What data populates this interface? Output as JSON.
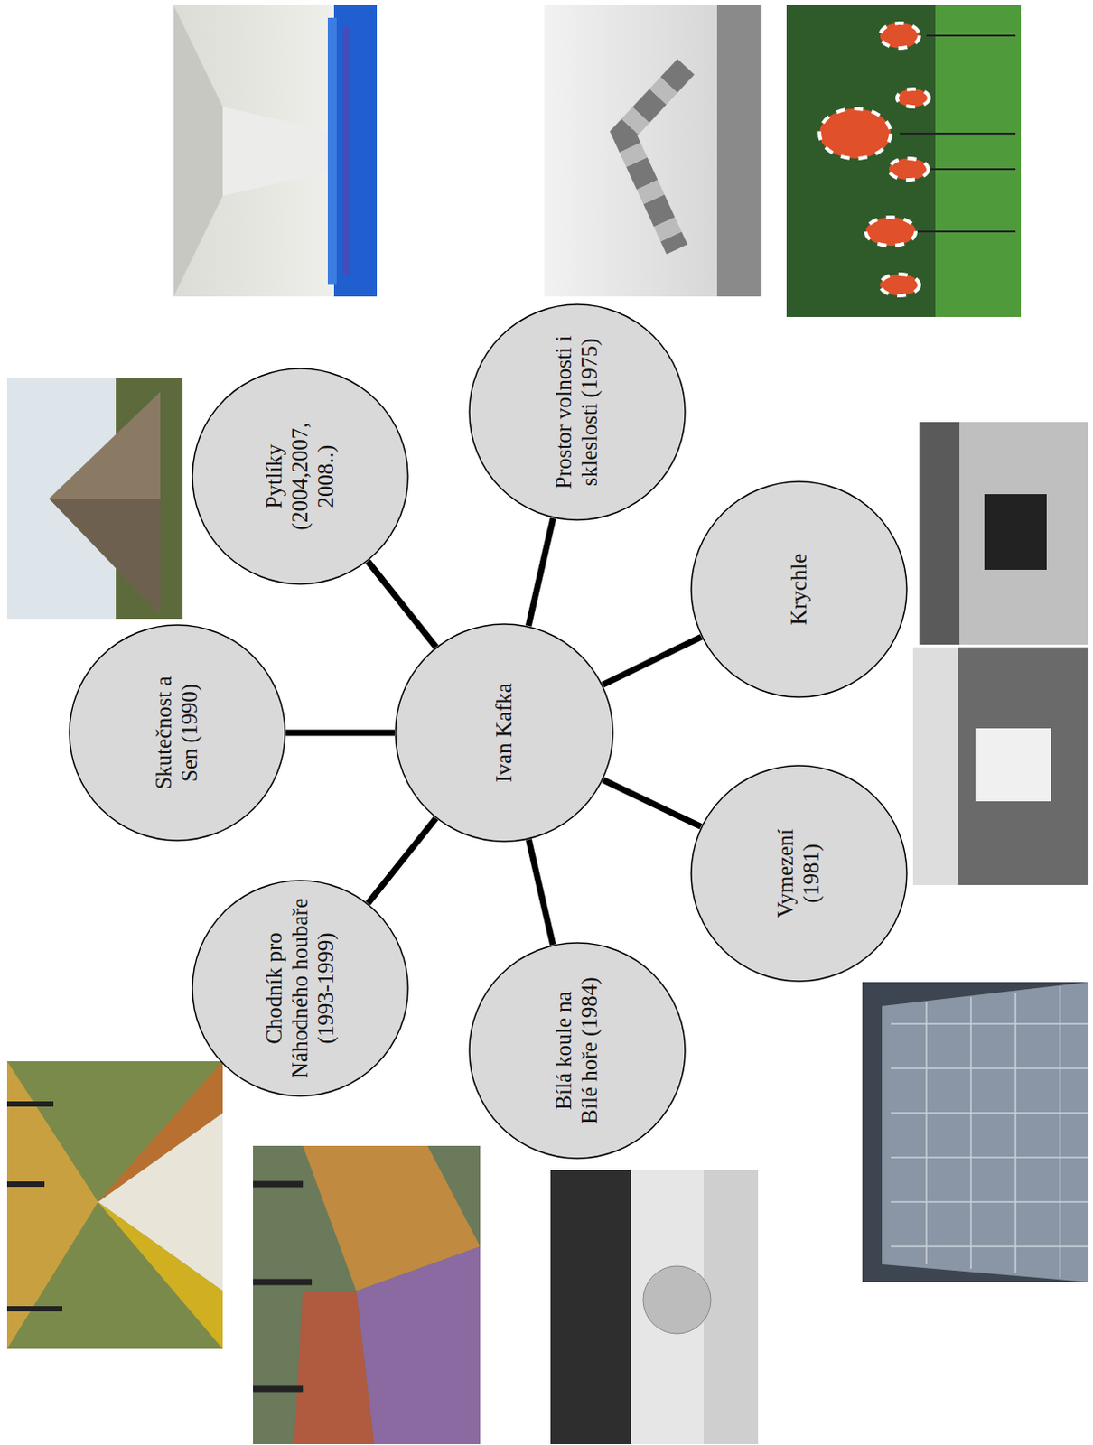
{
  "diagram": {
    "nodes": [
      {
        "text": [
          "Ivan Kafka"
        ]
      },
      {
        "text": [
          "Skutečnost a Sen (1990)"
        ]
      },
      {
        "text": [
          "Pytlíky (2004,2007, 2008..)"
        ]
      },
      {
        "text": [
          "Prostor volnosti i skleslosti (1975)"
        ]
      },
      {
        "text": [
          "Krychle"
        ]
      },
      {
        "text": [
          "Vymezení (1981)"
        ]
      },
      {
        "text": [
          "Bílá koule na Bílé hoře (1984)"
        ]
      },
      {
        "text": [
          "Chodník pro Náhodného houbaře (1993-1999)"
        ]
      }
    ],
    "edges": [
      {
        "from": 0,
        "to": 1,
        "arrow": "none"
      },
      {
        "from": 0,
        "to": 2,
        "arrow": "none"
      },
      {
        "from": 0,
        "to": 3,
        "arrow": "none"
      },
      {
        "from": 0,
        "to": 4,
        "arrow": "none"
      },
      {
        "from": 0,
        "to": 5,
        "arrow": "none"
      },
      {
        "from": 0,
        "to": 6,
        "arrow": "none"
      },
      {
        "from": 0,
        "to": 7,
        "arrow": "none"
      }
    ]
  }
}
